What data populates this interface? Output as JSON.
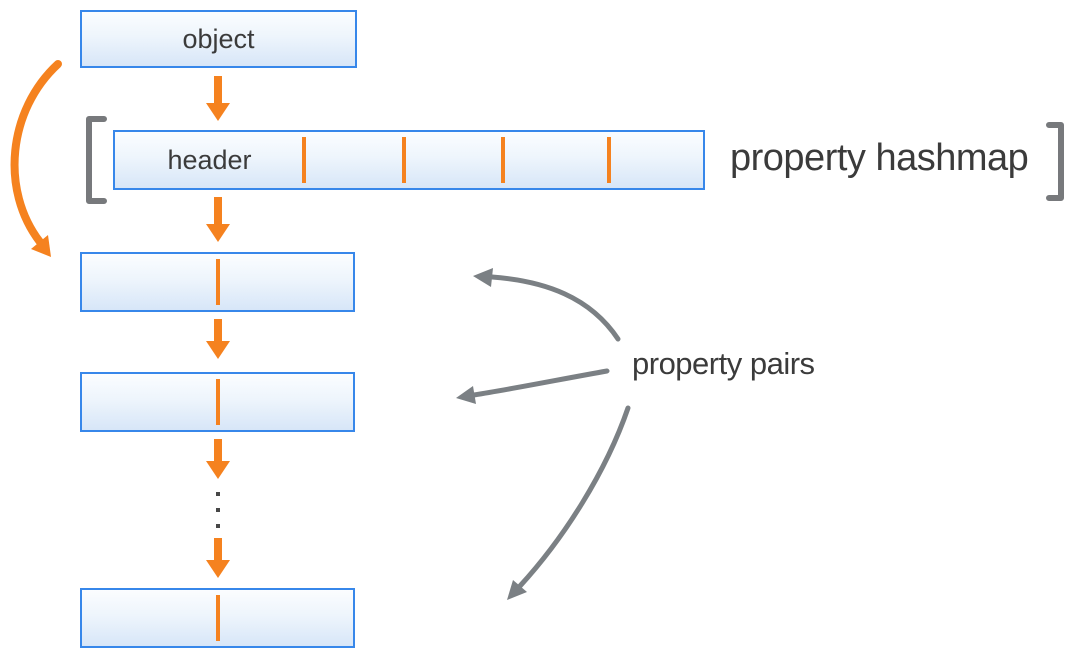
{
  "title": "object property hashmap diagram",
  "boxes": {
    "object": {
      "label": "object"
    },
    "hashmap": {
      "header_label": "header",
      "cell_divider_count": 4,
      "cell_count": 5
    },
    "property_pairs": {
      "count": 3,
      "has_center_divider": true
    }
  },
  "captions": {
    "property_hashmap": "property hashmap",
    "property_pairs": "property pairs"
  },
  "icons": {
    "orange_down_arrow": "↓",
    "orange_curved_arrow": "⤹",
    "gray_annotation_arrow": "↖",
    "vertical_ellipsis": "⋮",
    "bracket_left": "[",
    "bracket_right": "]"
  },
  "colors": {
    "box_border": "#3787ea",
    "box_fill_top": "#fbfdff",
    "box_fill_bottom": "#d7e6f8",
    "accent_orange": "#f5821f",
    "annotation_gray": "#7b8084",
    "bracket_gray": "#77797c",
    "ellipsis_dots": "#474747",
    "text": "#3b3b3b",
    "background": "#ffffff"
  }
}
